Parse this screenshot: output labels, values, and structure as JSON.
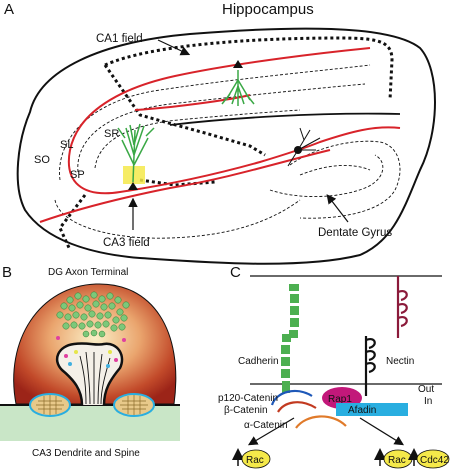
{
  "panel_a": {
    "letter": "A",
    "title": "Hippocampus",
    "ca1_label": "CA1 field",
    "ca3_label": "CA3 field",
    "dg_label": "Dentate Gyrus",
    "layers": {
      "so": "SO",
      "sl": "SL",
      "sp": "SP",
      "sr": "SR"
    }
  },
  "panel_b": {
    "letter": "B",
    "top_label": "DG Axon Terminal",
    "bottom_label": "CA3 Dendrite and Spine"
  },
  "panel_c": {
    "letter": "C",
    "cadherin": "Cadherin",
    "nectin": "Nectin",
    "out": "Out",
    "in": "In",
    "p120": "p120-Catenin",
    "beta": "β-Catenin",
    "alpha": "α-Catenin",
    "rap1": "Rap1",
    "afadin": "Afadin",
    "rac_left": "Rac",
    "rac_right": "Rac",
    "cdc42": "Cdc42"
  },
  "colors": {
    "pyramidal": "#d8232a",
    "neuron_green": "#3aa845",
    "cadherin_green": "#4caf50",
    "nectin_maroon": "#8b1a3a",
    "afadin_blue": "#29aee0",
    "rap1_magenta": "#c2187a",
    "gtpase_yellow": "#f5e94a",
    "dendrite_bg": "#c9e6c7"
  }
}
